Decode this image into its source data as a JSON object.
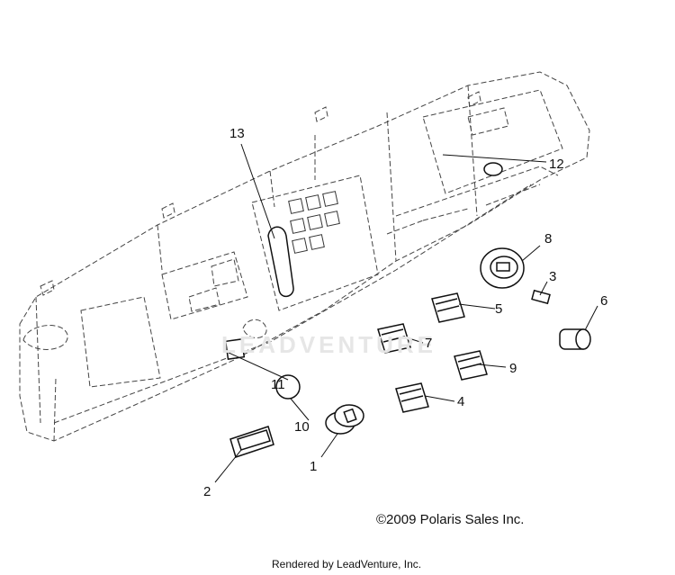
{
  "callouts": [
    {
      "id": "1",
      "label": "1"
    },
    {
      "id": "2",
      "label": "2"
    },
    {
      "id": "3",
      "label": "3"
    },
    {
      "id": "4",
      "label": "4"
    },
    {
      "id": "5",
      "label": "5"
    },
    {
      "id": "6",
      "label": "6"
    },
    {
      "id": "7",
      "label": "7"
    },
    {
      "id": "8",
      "label": "8"
    },
    {
      "id": "9",
      "label": "9"
    },
    {
      "id": "10",
      "label": "10"
    },
    {
      "id": "11",
      "label": "11"
    },
    {
      "id": "12",
      "label": "12"
    },
    {
      "id": "13",
      "label": "13"
    }
  ],
  "footer": {
    "copyright": "©2009 Polaris Sales Inc.",
    "rendered_by": "Rendered by LeadVenture, Inc."
  },
  "watermark": "LEADVENTURE",
  "colors": {
    "line": "#222222",
    "dash": "#555555",
    "watermark": "#e6e6e6"
  }
}
